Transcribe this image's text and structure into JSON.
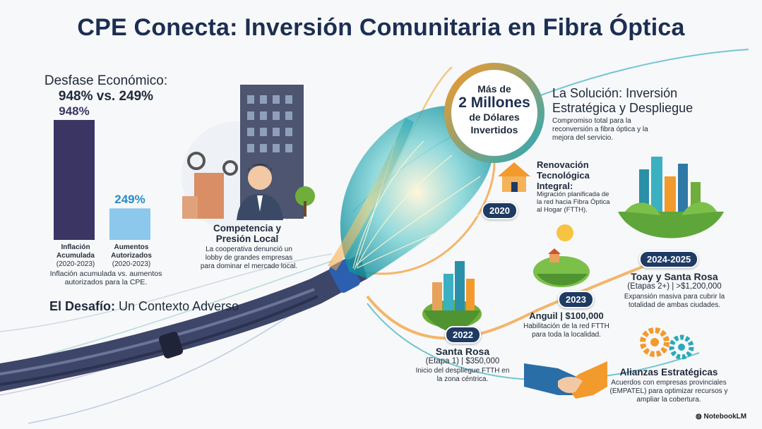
{
  "title": "CPE Conecta: Inversión Comunitaria en Fibra Óptica",
  "gap": {
    "heading": "Desfase Económico:",
    "subheading": "948% vs. 249%",
    "bars": [
      {
        "value_label": "948%",
        "value": 948,
        "label": "Inflación Acumulada",
        "period": "(2020-2023)",
        "color": "#3a3563"
      },
      {
        "value_label": "249%",
        "value": 249,
        "label": "Aumentos Autorizados",
        "period": "(2020-2023)",
        "color": "#8cc8ec"
      }
    ],
    "caption": "Inflación acumulada vs. aumentos autorizados para la CPE."
  },
  "competition": {
    "title": "Competencia y Presión Local",
    "text": "La cooperativa denunció un lobby de grandes empresas para dominar el mercado local."
  },
  "challenge": {
    "bold": "El Desafío:",
    "rest": " Un Contexto Adverso"
  },
  "investment": {
    "line1": "Más de",
    "line2": "2 Millones",
    "line3": "de Dólares",
    "line4": "Invertidos"
  },
  "solution": {
    "title_l1": "La Solución: Inversión",
    "title_l2": "Estratégica y Despliegue",
    "text": "Compromiso total para la reconversión a fibra óptica y la mejora del servicio."
  },
  "milestones": [
    {
      "year": "2020",
      "title": "Renovación Tecnológica Integral:",
      "text": "Migración planificada de la red hacia Fibra Óptica al Hogar (FTTH)."
    },
    {
      "year": "2022",
      "title": "Santa Rosa",
      "sub": "(Etapa 1) | $350,000",
      "text": "Inicio del despliegue FTTH en la zona céntrica."
    },
    {
      "year": "2023",
      "title": "Anguil | $100,000",
      "text": "Habilitación de la red FTTH para toda la localidad."
    },
    {
      "year": "2024-2025",
      "title": "Toay y Santa Rosa",
      "sub": "(Etapas 2+) | >$1,200,000",
      "text": "Expansión masiva para cubrir la totalidad de ambas ciudades."
    }
  ],
  "alliances": {
    "title": "Alianzas Estratégicas",
    "text": "Acuerdos con empresas provinciales (EMPATEL) para optimizar recursos y ampliar la cobertura."
  },
  "watermark": "NotebookLM",
  "colors": {
    "navy": "#1b2f52",
    "orange": "#f39a2c",
    "teal": "#2aa9b8",
    "green": "#6fae3a"
  }
}
